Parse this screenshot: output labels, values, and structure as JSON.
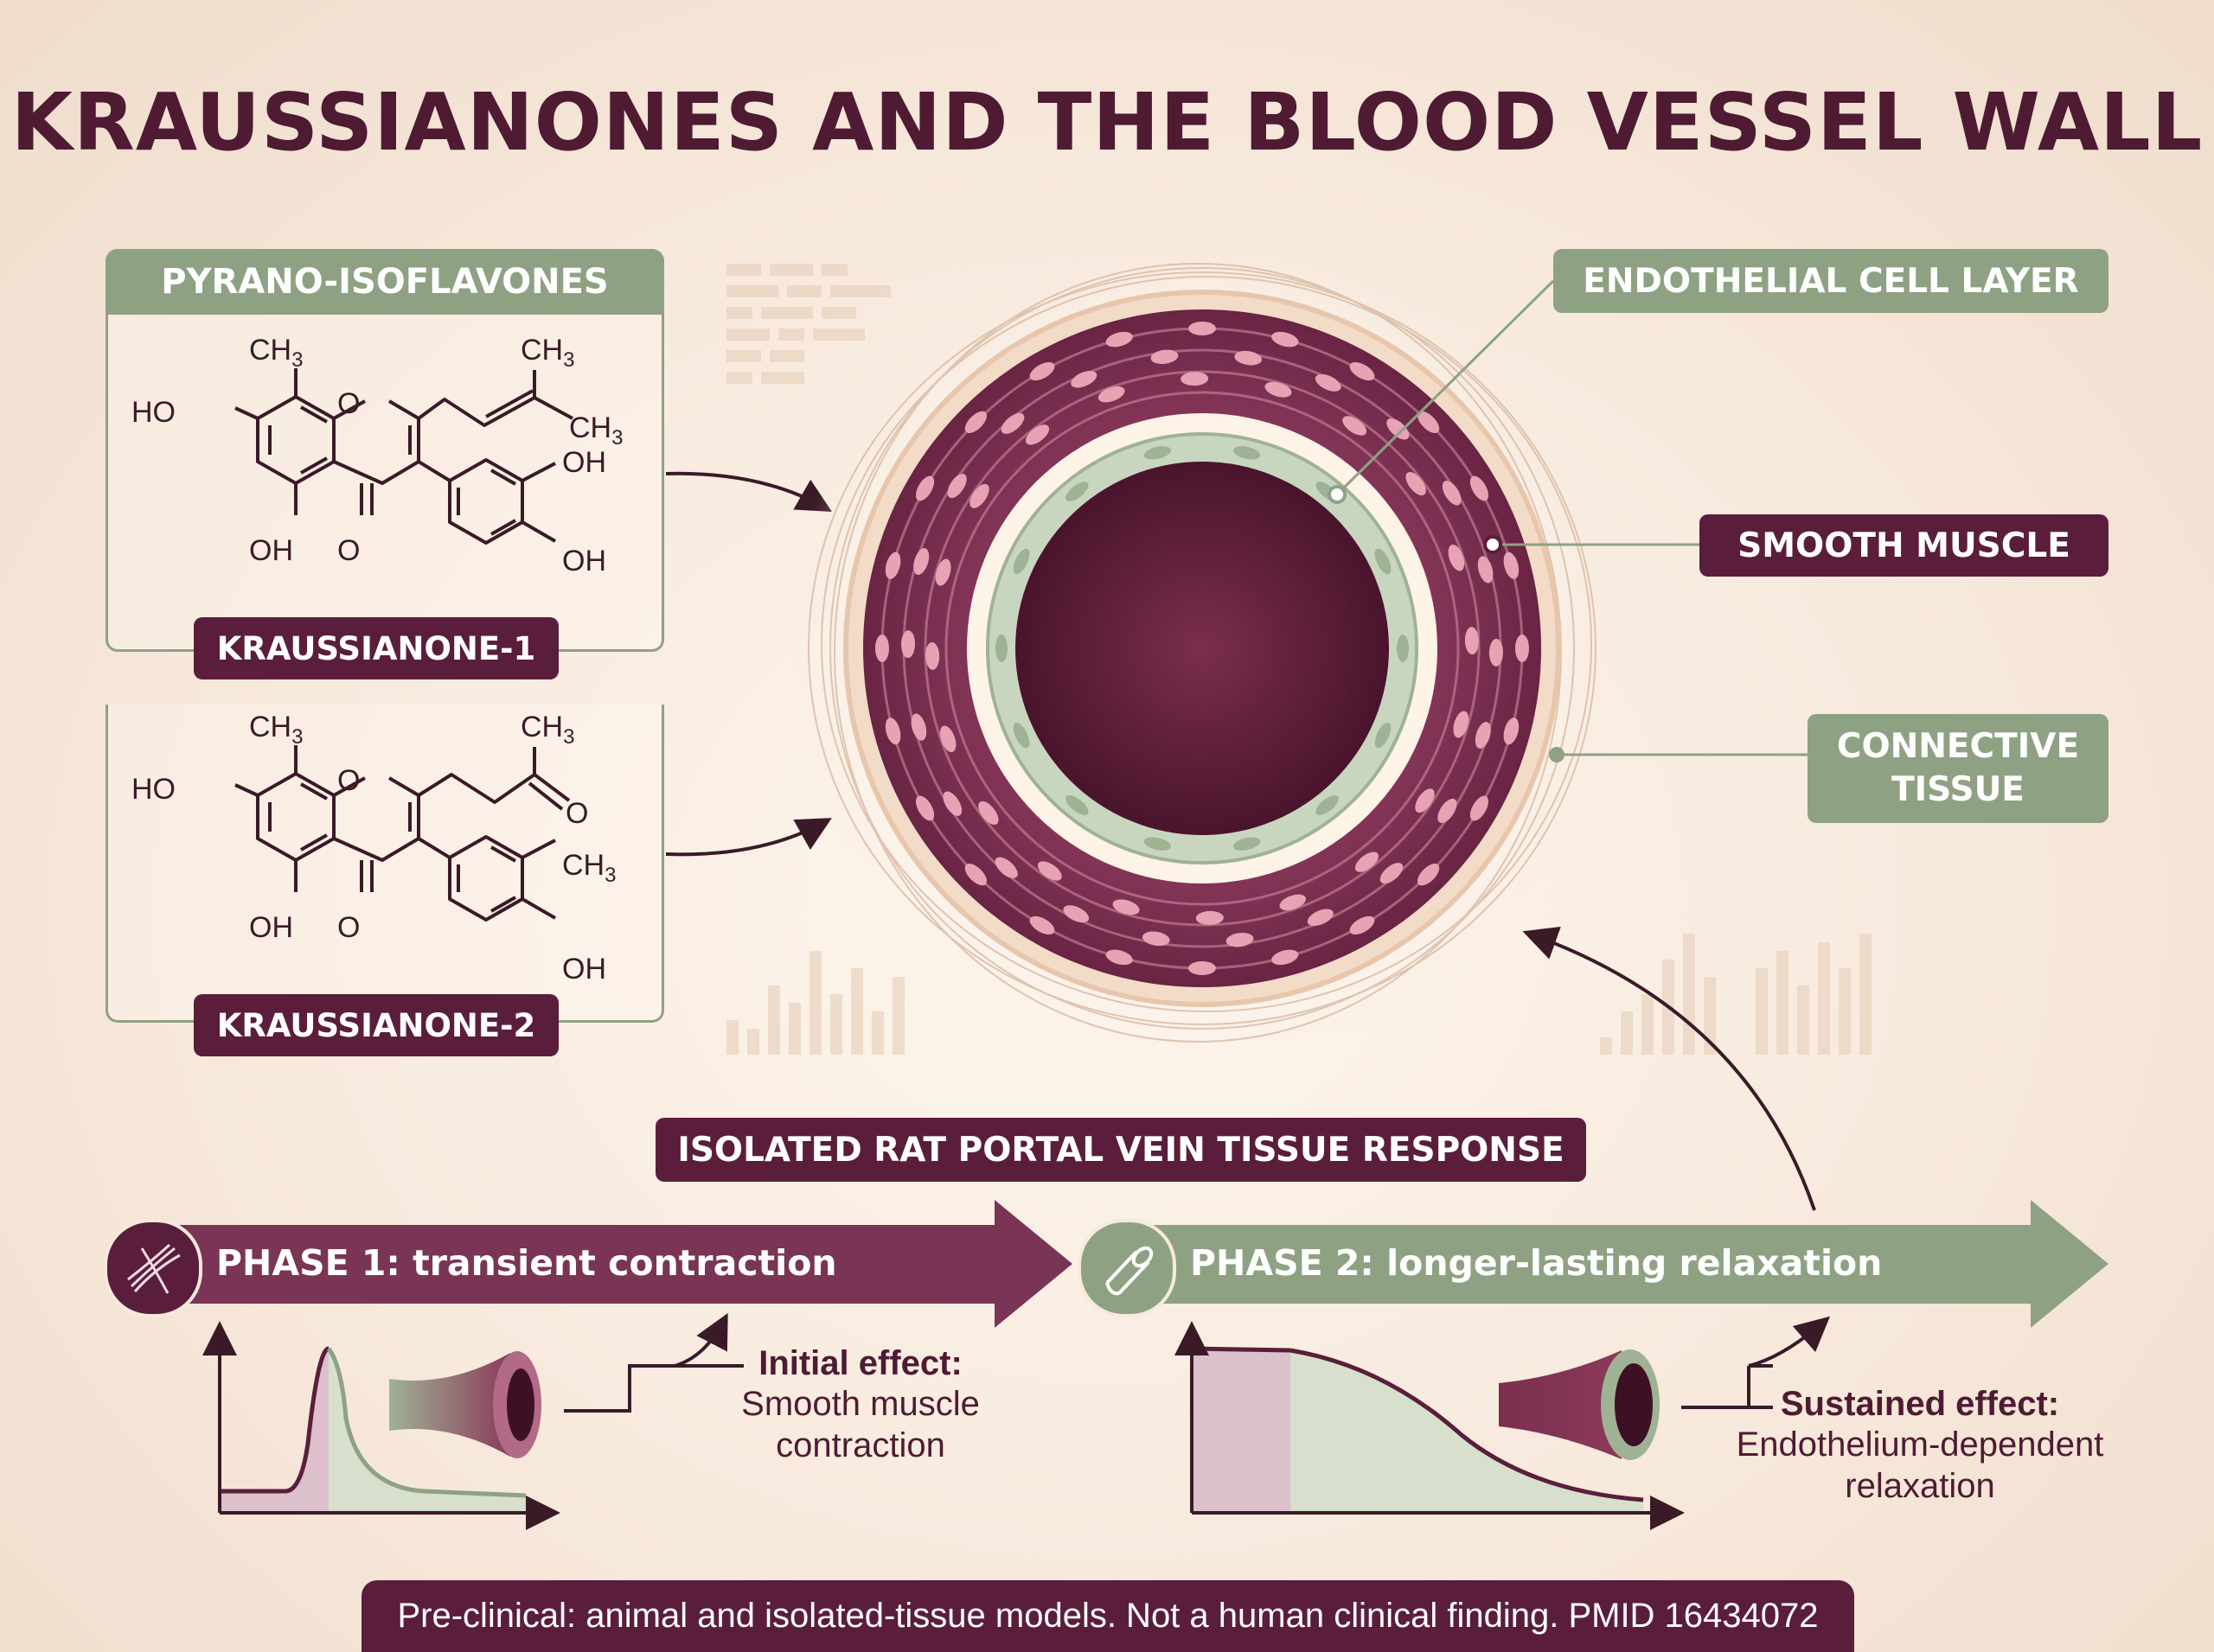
{
  "title": "KRAUSSIANONES AND THE BLOOD VESSEL WALL",
  "compounds": {
    "class_label": "PYRANO-ISOFLAVONES",
    "k1": {
      "name": "KRAUSSIANONE-1",
      "atoms": {
        "ch3_top": "CH3",
        "ch3_prenyl_a": "CH3",
        "ch3_prenyl_b": "CH3",
        "ho": "HO",
        "o_ring": "O",
        "oh_bottom": "OH",
        "o_keto": "O",
        "oh_ring_1": "OH",
        "oh_ring_2": "OH"
      }
    },
    "k2": {
      "name": "KRAUSSIANONE-2",
      "atoms": {
        "ch3_top": "CH3",
        "ch3_ketone": "CH3",
        "o_ketone": "O",
        "ho": "HO",
        "o_ring": "O",
        "oh_bottom": "OH",
        "o_keto": "O",
        "ch3_ring": "CH3",
        "oh_ring": "OH"
      }
    }
  },
  "vessel_labels": {
    "endothelial": "ENDOTHELIAL CELL LAYER",
    "smooth_muscle": "SMOOTH MUSCLE",
    "connective": [
      "CONNECTIVE",
      "TISSUE"
    ]
  },
  "response_banner": "ISOLATED RAT PORTAL VEIN TISSUE RESPONSE",
  "phase1": {
    "label": "PHASE 1: transient contraction",
    "effect_title": "Initial effect:",
    "effect_lines": [
      "Smooth muscle",
      "contraction"
    ]
  },
  "phase2": {
    "label": "PHASE 2: longer-lasting relaxation",
    "effect_title": "Sustained effect:",
    "effect_lines": [
      "Endothelium-dependent",
      "relaxation"
    ]
  },
  "footer": "Pre-clinical: animal and isolated-tissue models. Not a human clinical finding. PMID 16434072",
  "colors": {
    "plum": "#5a1e3c",
    "sage": "#8ea283",
    "cream": "#f7e9dc"
  },
  "icons": {
    "phase1": "muscle-fiber-icon",
    "phase2": "vessel-tube-icon"
  }
}
